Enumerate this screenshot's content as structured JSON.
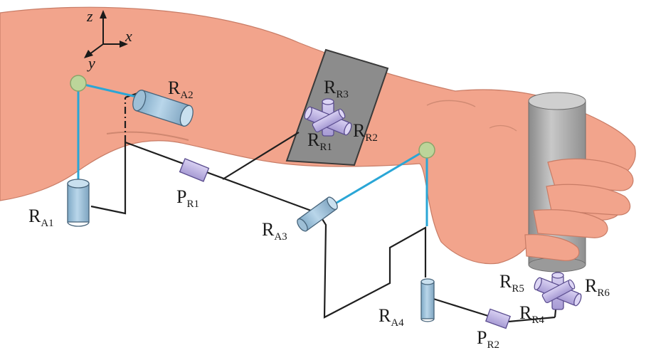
{
  "axes": {
    "z": "z",
    "x": "x",
    "y": "y"
  },
  "labels": {
    "RA1": {
      "main": "R",
      "sub": "A1"
    },
    "RA2": {
      "main": "R",
      "sub": "A2"
    },
    "RA3": {
      "main": "R",
      "sub": "A3"
    },
    "RA4": {
      "main": "R",
      "sub": "A4"
    },
    "PR1": {
      "main": "P",
      "sub": "R1"
    },
    "PR2": {
      "main": "P",
      "sub": "R2"
    },
    "RR1": {
      "main": "R",
      "sub": "R1"
    },
    "RR2": {
      "main": "R",
      "sub": "R2"
    },
    "RR3": {
      "main": "R",
      "sub": "R3"
    },
    "RR4": {
      "main": "R",
      "sub": "R4"
    },
    "RR5": {
      "main": "R",
      "sub": "R5"
    },
    "RR6": {
      "main": "R",
      "sub": "R6"
    }
  },
  "colors": {
    "skin": "#f2a48c",
    "skin_shadow": "#dd8a74",
    "joint_blue": "#9ec3dc",
    "joint_purple": "#c2b8e6",
    "link_cyan": "#2aa6d6",
    "cuff_gray": "#8c8c8c",
    "handle_gray": "#a6a6a6",
    "center_green": "#bcd59a"
  }
}
